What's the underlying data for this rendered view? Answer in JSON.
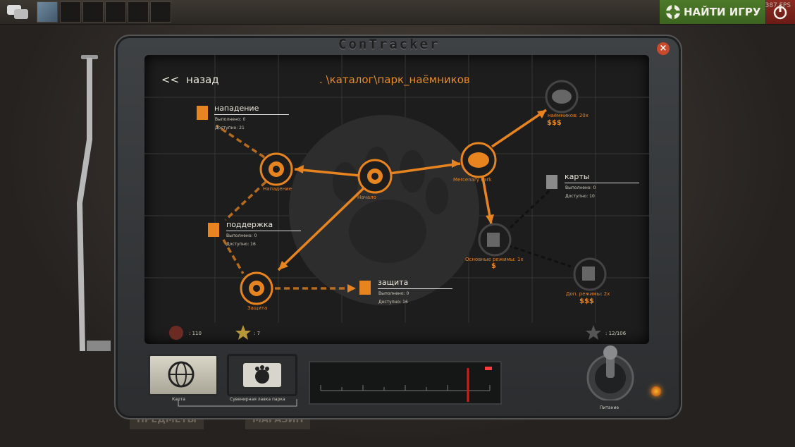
{
  "top_bar": {
    "find_game_label": "НАЙТИ ИГРУ",
    "fps": "387 FPS"
  },
  "bottom_menu": {
    "items_label": "ПРЕДМЕТЫ",
    "shop_label": "МАГАЗИН"
  },
  "tracker": {
    "logo": "ConTracker",
    "back_label": "назад",
    "path": ". \\каталог\\парк_наёмников",
    "nodes": {
      "start": "Начало",
      "attack": "Нападение",
      "defense": "Защита",
      "mercenary_park": "Mercenary Park",
      "main_modes": "Основные режимы:",
      "main_modes_req": "1x",
      "extra_modes": "Доп. режимы:",
      "extra_modes_req": "2x",
      "mercs": "наёмников:",
      "mercs_req": "20x"
    },
    "groups": {
      "attack": {
        "title": "нападение",
        "done_label": "Выполнено:",
        "done": "0",
        "avail_label": "Доступно:",
        "avail": "21"
      },
      "support": {
        "title": "поддержка",
        "done_label": "Выполнено:",
        "done": "0",
        "avail_label": "Доступно:",
        "avail": "16"
      },
      "defense": {
        "title": "защита",
        "done_label": "Выполнено:",
        "done": "0",
        "avail_label": "Доступно:",
        "avail": "16"
      },
      "maps": {
        "title": "карты",
        "done_label": "Выполнено:",
        "done": "0",
        "avail_label": "Доступно:",
        "avail": "10"
      }
    },
    "status": {
      "tokens": ": 110",
      "stars": ": 7",
      "total": ": 12/106"
    },
    "buttons": {
      "map": "Карта",
      "shop": "Сувенирная лавка парка",
      "power": "Питание"
    },
    "colors": {
      "accent": "#e8841f",
      "screen_bg": "#1c1d1c"
    }
  }
}
